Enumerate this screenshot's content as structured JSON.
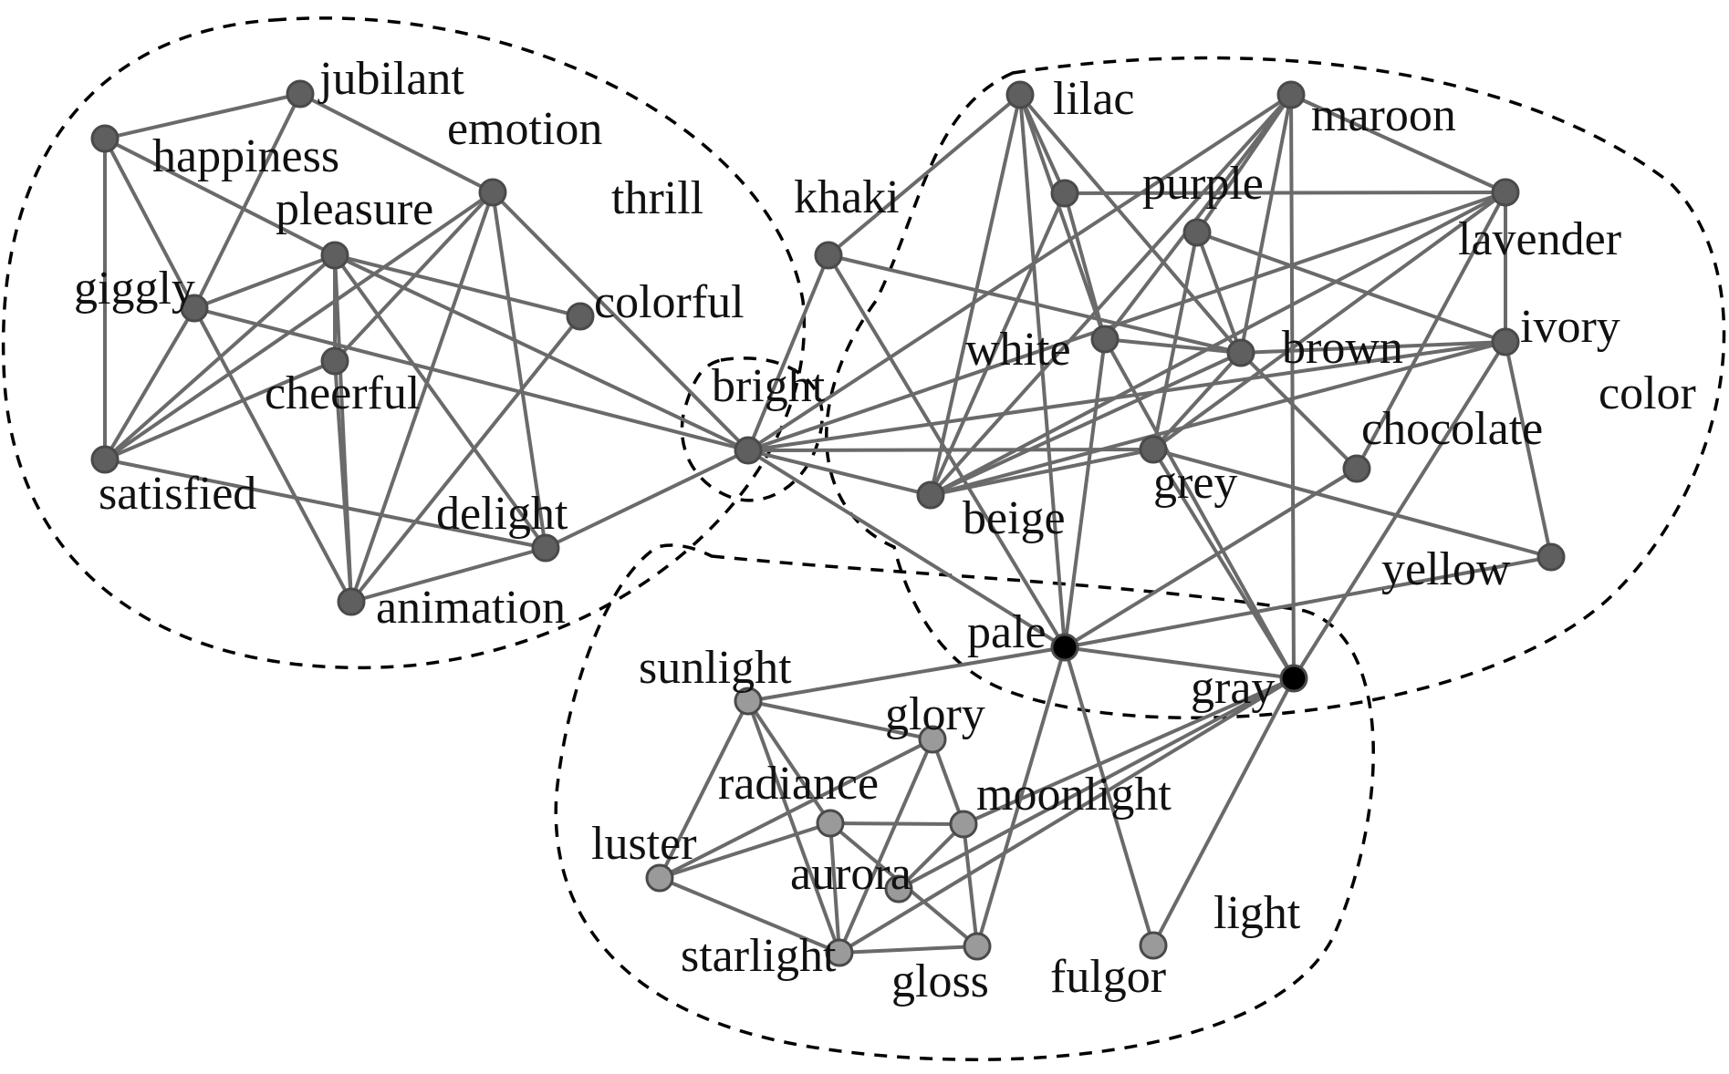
{
  "colors": {
    "emotion_node": "#5f5f5f",
    "color_node": "#5f5f5f",
    "light_node": "#9a9a9a",
    "bridge_node": "#000000",
    "edge": "#6a6a6a"
  },
  "clusters": [
    {
      "id": "emotion",
      "label": "emotion"
    },
    {
      "id": "color",
      "label": "color"
    },
    {
      "id": "light",
      "label": "light"
    },
    {
      "id": "bright",
      "label": ""
    }
  ],
  "nodes": [
    {
      "id": "jubilant",
      "label": "jubilant",
      "group": "emotion"
    },
    {
      "id": "happiness",
      "label": "happiness",
      "group": "emotion"
    },
    {
      "id": "thrill",
      "label": "thrill",
      "group": "emotion"
    },
    {
      "id": "pleasure",
      "label": "pleasure",
      "group": "emotion"
    },
    {
      "id": "giggly",
      "label": "giggly",
      "group": "emotion"
    },
    {
      "id": "colorful",
      "label": "colorful",
      "group": "emotion"
    },
    {
      "id": "cheerful",
      "label": "cheerful",
      "group": "emotion"
    },
    {
      "id": "satisfied",
      "label": "satisfied",
      "group": "emotion"
    },
    {
      "id": "delight",
      "label": "delight",
      "group": "emotion"
    },
    {
      "id": "animation",
      "label": "animation",
      "group": "emotion"
    },
    {
      "id": "bright",
      "label": "bright",
      "group": "emotion"
    },
    {
      "id": "lilac",
      "label": "lilac",
      "group": "color"
    },
    {
      "id": "maroon",
      "label": "maroon",
      "group": "color"
    },
    {
      "id": "khaki",
      "label": "khaki",
      "group": "color"
    },
    {
      "id": "purple",
      "label": "purple",
      "group": "color"
    },
    {
      "id": "purple_top",
      "label": "",
      "group": "color"
    },
    {
      "id": "lavender",
      "label": "lavender",
      "group": "color"
    },
    {
      "id": "white",
      "label": "white",
      "group": "color"
    },
    {
      "id": "brown",
      "label": "brown",
      "group": "color"
    },
    {
      "id": "ivory",
      "label": "ivory",
      "group": "color"
    },
    {
      "id": "chocolate",
      "label": "chocolate",
      "group": "color"
    },
    {
      "id": "grey",
      "label": "grey",
      "group": "color"
    },
    {
      "id": "beige",
      "label": "beige",
      "group": "color"
    },
    {
      "id": "yellow",
      "label": "yellow",
      "group": "color"
    },
    {
      "id": "pale",
      "label": "pale",
      "group": "bridge"
    },
    {
      "id": "gray",
      "label": "gray",
      "group": "bridge"
    },
    {
      "id": "sunlight",
      "label": "sunlight",
      "group": "light"
    },
    {
      "id": "glory",
      "label": "glory",
      "group": "light"
    },
    {
      "id": "radiance",
      "label": "radiance",
      "group": "light"
    },
    {
      "id": "moonlight",
      "label": "moonlight",
      "group": "light"
    },
    {
      "id": "luster",
      "label": "luster",
      "group": "light"
    },
    {
      "id": "aurora",
      "label": "aurora",
      "group": "light"
    },
    {
      "id": "starlight",
      "label": "starlight",
      "group": "light"
    },
    {
      "id": "gloss",
      "label": "gloss",
      "group": "light"
    },
    {
      "id": "fulgor",
      "label": "fulgor",
      "group": "light"
    }
  ],
  "edges": [
    [
      "jubilant",
      "happiness"
    ],
    [
      "jubilant",
      "giggly"
    ],
    [
      "jubilant",
      "thrill"
    ],
    [
      "happiness",
      "pleasure"
    ],
    [
      "happiness",
      "satisfied"
    ],
    [
      "happiness",
      "giggly"
    ],
    [
      "thrill",
      "cheerful"
    ],
    [
      "thrill",
      "satisfied"
    ],
    [
      "thrill",
      "animation"
    ],
    [
      "thrill",
      "delight"
    ],
    [
      "thrill",
      "bright"
    ],
    [
      "pleasure",
      "giggly"
    ],
    [
      "pleasure",
      "cheerful"
    ],
    [
      "pleasure",
      "satisfied"
    ],
    [
      "pleasure",
      "colorful"
    ],
    [
      "pleasure",
      "bright"
    ],
    [
      "pleasure",
      "delight"
    ],
    [
      "pleasure",
      "animation"
    ],
    [
      "giggly",
      "satisfied"
    ],
    [
      "giggly",
      "bright"
    ],
    [
      "giggly",
      "animation"
    ],
    [
      "colorful",
      "animation"
    ],
    [
      "cheerful",
      "satisfied"
    ],
    [
      "cheerful",
      "animation"
    ],
    [
      "satisfied",
      "delight"
    ],
    [
      "animation",
      "delight"
    ],
    [
      "delight",
      "bright"
    ],
    [
      "bright",
      "khaki"
    ],
    [
      "bright",
      "maroon"
    ],
    [
      "bright",
      "lavender"
    ],
    [
      "bright",
      "ivory"
    ],
    [
      "bright",
      "grey"
    ],
    [
      "bright",
      "beige"
    ],
    [
      "bright",
      "pale"
    ],
    [
      "lilac",
      "khaki"
    ],
    [
      "lilac",
      "purple_top"
    ],
    [
      "lilac",
      "beige"
    ],
    [
      "lilac",
      "white"
    ],
    [
      "lilac",
      "brown"
    ],
    [
      "lilac",
      "pale"
    ],
    [
      "maroon",
      "purple"
    ],
    [
      "maroon",
      "beige"
    ],
    [
      "maroon",
      "brown"
    ],
    [
      "maroon",
      "lavender"
    ],
    [
      "maroon",
      "gray"
    ],
    [
      "maroon",
      "white"
    ],
    [
      "khaki",
      "brown"
    ],
    [
      "khaki",
      "pale"
    ],
    [
      "purple_top",
      "lavender"
    ],
    [
      "purple_top",
      "white"
    ],
    [
      "purple_top",
      "beige"
    ],
    [
      "purple",
      "grey"
    ],
    [
      "purple",
      "brown"
    ],
    [
      "purple",
      "ivory"
    ],
    [
      "lavender",
      "ivory"
    ],
    [
      "lavender",
      "beige"
    ],
    [
      "lavender",
      "grey"
    ],
    [
      "lavender",
      "chocolate"
    ],
    [
      "white",
      "brown"
    ],
    [
      "white",
      "pale"
    ],
    [
      "white",
      "gray"
    ],
    [
      "brown",
      "ivory"
    ],
    [
      "brown",
      "beige"
    ],
    [
      "brown",
      "chocolate"
    ],
    [
      "brown",
      "grey"
    ],
    [
      "ivory",
      "beige"
    ],
    [
      "ivory",
      "yellow"
    ],
    [
      "ivory",
      "gray"
    ],
    [
      "grey",
      "beige"
    ],
    [
      "grey",
      "yellow"
    ],
    [
      "grey",
      "gray"
    ],
    [
      "chocolate",
      "pale"
    ],
    [
      "yellow",
      "pale"
    ],
    [
      "pale",
      "sunlight"
    ],
    [
      "pale",
      "gray"
    ],
    [
      "pale",
      "fulgor"
    ],
    [
      "pale",
      "gloss"
    ],
    [
      "gray",
      "moonlight"
    ],
    [
      "gray",
      "starlight"
    ],
    [
      "gray",
      "aurora"
    ],
    [
      "gray",
      "fulgor"
    ],
    [
      "sunlight",
      "glory"
    ],
    [
      "sunlight",
      "radiance"
    ],
    [
      "sunlight",
      "luster"
    ],
    [
      "sunlight",
      "starlight"
    ],
    [
      "glory",
      "starlight"
    ],
    [
      "glory",
      "moonlight"
    ],
    [
      "glory",
      "luster"
    ],
    [
      "radiance",
      "moonlight"
    ],
    [
      "radiance",
      "luster"
    ],
    [
      "radiance",
      "starlight"
    ],
    [
      "radiance",
      "gloss"
    ],
    [
      "moonlight",
      "aurora"
    ],
    [
      "moonlight",
      "gloss"
    ],
    [
      "luster",
      "starlight"
    ],
    [
      "starlight",
      "gloss"
    ]
  ]
}
